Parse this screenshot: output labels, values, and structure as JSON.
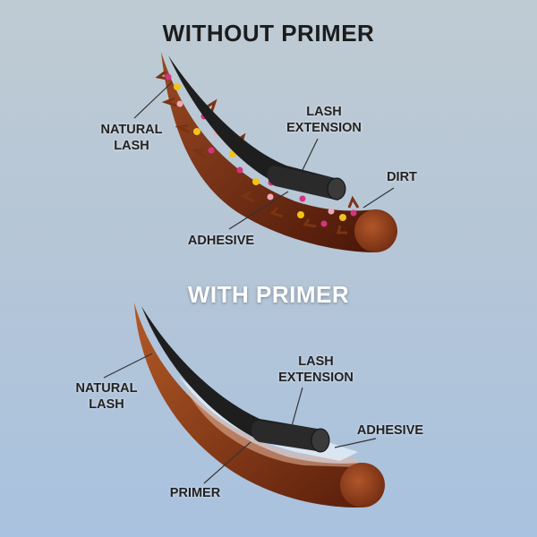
{
  "sections": {
    "without": {
      "title": "WITHOUT PRIMER",
      "labels": {
        "natural_lash": [
          "NATURAL",
          "LASH"
        ],
        "lash_extension": [
          "LASH",
          "EXTENSION"
        ],
        "dirt": "DIRT",
        "adhesive": "ADHESIVE"
      }
    },
    "with": {
      "title": "WITH PRIMER",
      "labels": {
        "natural_lash": [
          "NATURAL",
          "LASH"
        ],
        "lash_extension": [
          "LASH",
          "EXTENSION"
        ],
        "adhesive": "ADHESIVE",
        "primer": "PRIMER"
      }
    }
  },
  "colors": {
    "lash": "#7a3414",
    "lash_dark": "#4a1608",
    "extension": "#1e1e1e",
    "dirt_pink": "#d6337f",
    "dirt_yellow": "#f2c21a"
  }
}
